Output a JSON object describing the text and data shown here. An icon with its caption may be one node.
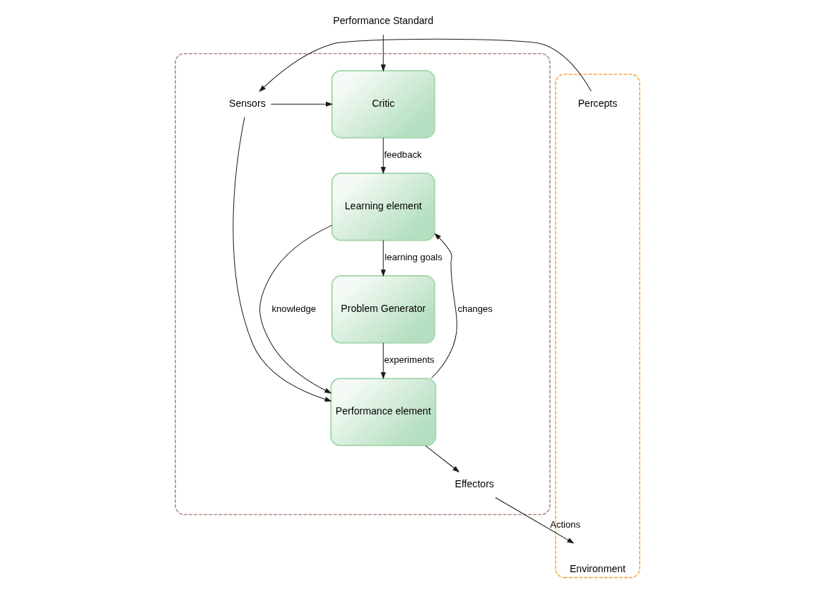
{
  "diagram": {
    "nodes": [
      {
        "text": [
          "Performance Standard"
        ]
      },
      {
        "text": [],
        "shape": "box"
      },
      {
        "text": [
          "Critic"
        ],
        "in": 1
      },
      {
        "text": [
          "Sensors"
        ],
        "in": 1
      },
      {
        "text": [
          "Learning element"
        ],
        "in": 1
      },
      {
        "text": [
          "Performance element"
        ],
        "in": 1
      },
      {
        "text": [
          "Problem Generator"
        ],
        "in": 1
      },
      {
        "text": [
          "Effectors"
        ],
        "in": 1
      },
      {
        "text": [
          "Environment"
        ]
      },
      {
        "text": [
          "Percepts"
        ],
        "in": 8
      }
    ],
    "edges": [
      {
        "from": 0,
        "to": 2,
        "arrow": "to"
      },
      {
        "from": 3,
        "to": 2,
        "arrow": "to"
      },
      {
        "from": 9,
        "to": 3,
        "arrow": "to"
      },
      {
        "from": 3,
        "to": 5,
        "arrow": "to"
      },
      {
        "from": 2,
        "to": 4,
        "arrow": "to",
        "label": "feedback"
      },
      {
        "from": 5,
        "to": 4,
        "arrow": "to",
        "label": "changes"
      },
      {
        "from": 4,
        "to": 5,
        "arrow": "to",
        "label": "knowledge"
      },
      {
        "from": 4,
        "to": 6,
        "arrow": "to",
        "label": "learning goals"
      },
      {
        "from": 6,
        "to": 5,
        "arrow": "to",
        "label": "experiments"
      },
      {
        "from": 5,
        "to": 7,
        "arrow": "to"
      },
      {
        "from": 7,
        "to": null,
        "arrow": "to",
        "label": "Actions"
      }
    ]
  }
}
